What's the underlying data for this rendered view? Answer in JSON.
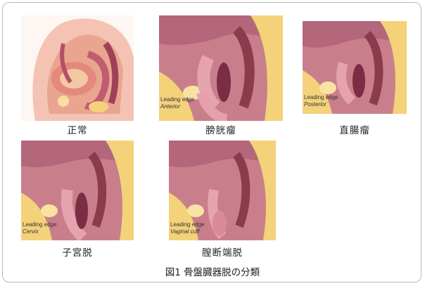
{
  "panels": [
    {
      "caption": "正常",
      "leading_edge": "",
      "region": ""
    },
    {
      "caption": "膀胱瘤",
      "leading_edge": "Leading edge",
      "region": "Anterior"
    },
    {
      "caption": "直腸瘤",
      "leading_edge": "Leading edge",
      "region": "Posterior"
    },
    {
      "caption": "子宮脱",
      "leading_edge": "Leading edge",
      "region": "Cervix"
    },
    {
      "caption": "膣断端脱",
      "leading_edge": "Leading edge",
      "region": "Vaginal cuff"
    }
  ],
  "figure_caption": "図1 骨盤臓器脱の分類",
  "colors": {
    "skin": "#f2b8a8",
    "bone": "#f3d27a",
    "tissue": "#c96f85",
    "cavity": "#8a3b4e"
  }
}
